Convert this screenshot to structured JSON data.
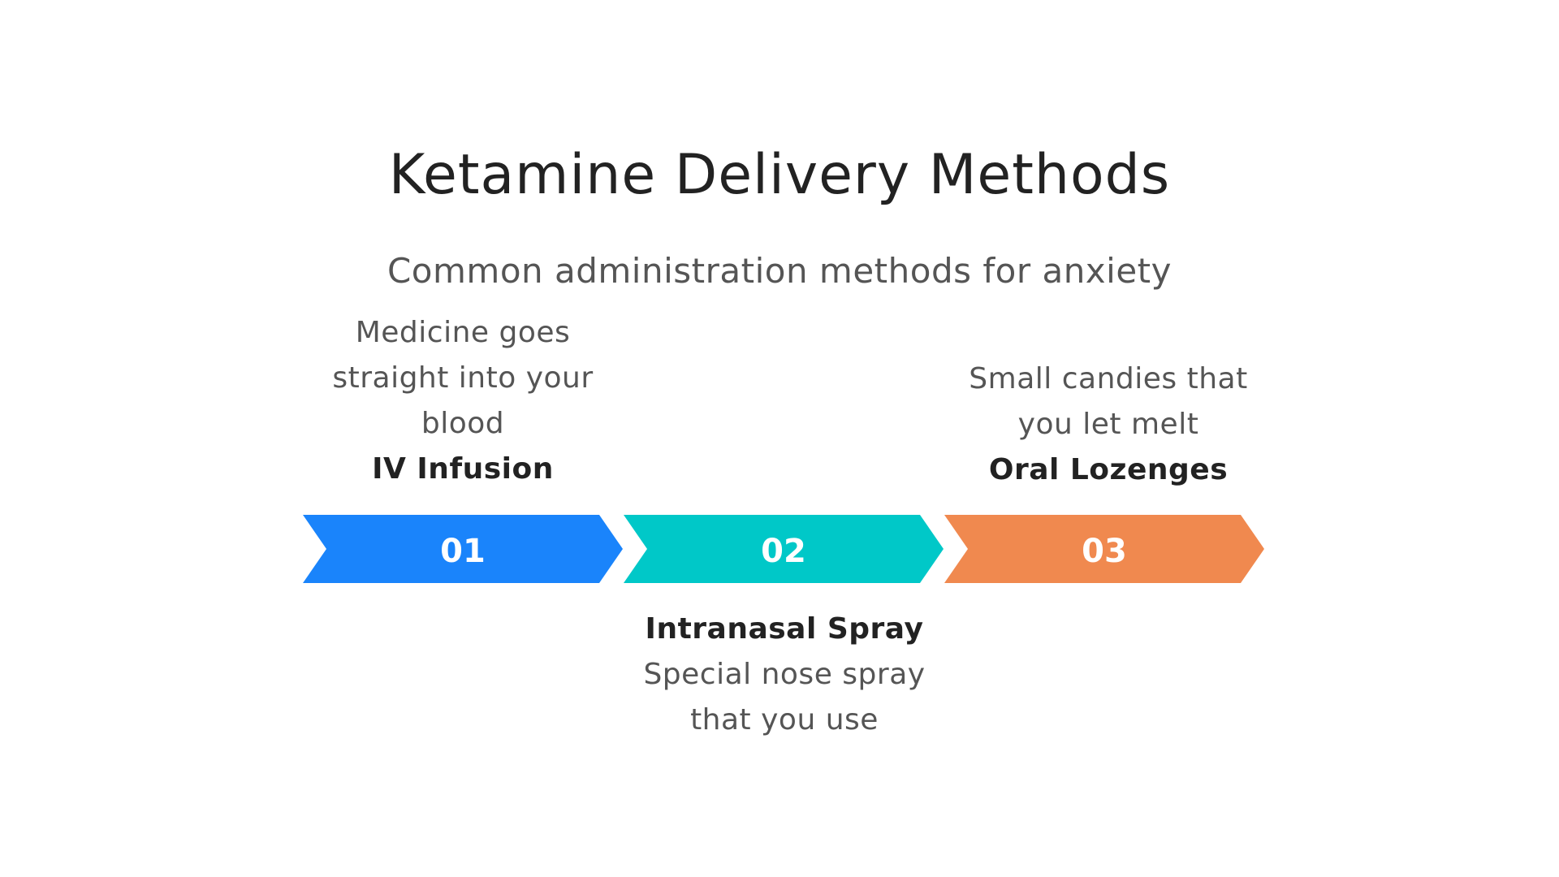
{
  "title": "Ketamine Delivery Methods",
  "subtitle": "Common administration methods for anxiety",
  "steps": [
    {
      "number": "01",
      "label": "IV Infusion",
      "description": "Medicine goes straight into your blood",
      "color": "#1A84FB"
    },
    {
      "number": "02",
      "label": "Intranasal Spray",
      "description": "Special nose spray that you use",
      "color": "#00C8C8"
    },
    {
      "number": "03",
      "label": "Oral Lozenges",
      "description": "Small candies that you let melt",
      "color": "#F0894F"
    }
  ]
}
